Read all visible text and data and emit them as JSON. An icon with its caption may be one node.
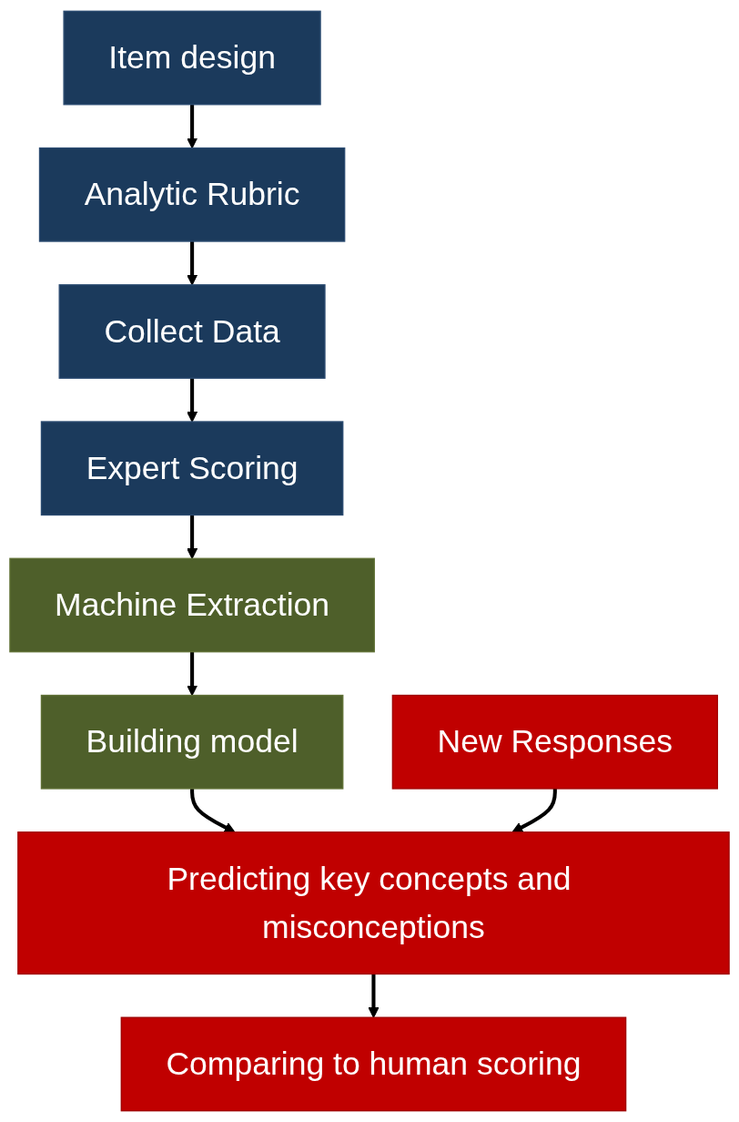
{
  "diagram": {
    "nodes": [
      {
        "text": [
          "Item design"
        ]
      },
      {
        "text": [
          "Analytic Rubric"
        ]
      },
      {
        "text": [
          "Collect Data"
        ]
      },
      {
        "text": [
          "Expert Scoring"
        ]
      },
      {
        "text": [
          "Machine Extraction"
        ]
      },
      {
        "text": [
          "Building model"
        ]
      },
      {
        "text": [
          "New Responses"
        ]
      },
      {
        "text": [
          "Predicting key concepts and misconceptions"
        ]
      },
      {
        "text": [
          "Comparing to human scoring"
        ]
      }
    ],
    "edges": [
      {
        "from": 0,
        "to": 1,
        "arrow": "to"
      },
      {
        "from": 1,
        "to": 2,
        "arrow": "to"
      },
      {
        "from": 2,
        "to": 3,
        "arrow": "to"
      },
      {
        "from": 3,
        "to": 4,
        "arrow": "to"
      },
      {
        "from": 4,
        "to": 5,
        "arrow": "to"
      },
      {
        "from": 5,
        "to": 7,
        "arrow": "to"
      },
      {
        "from": 6,
        "to": 7,
        "arrow": "to"
      },
      {
        "from": 7,
        "to": 8,
        "arrow": "to"
      }
    ]
  }
}
